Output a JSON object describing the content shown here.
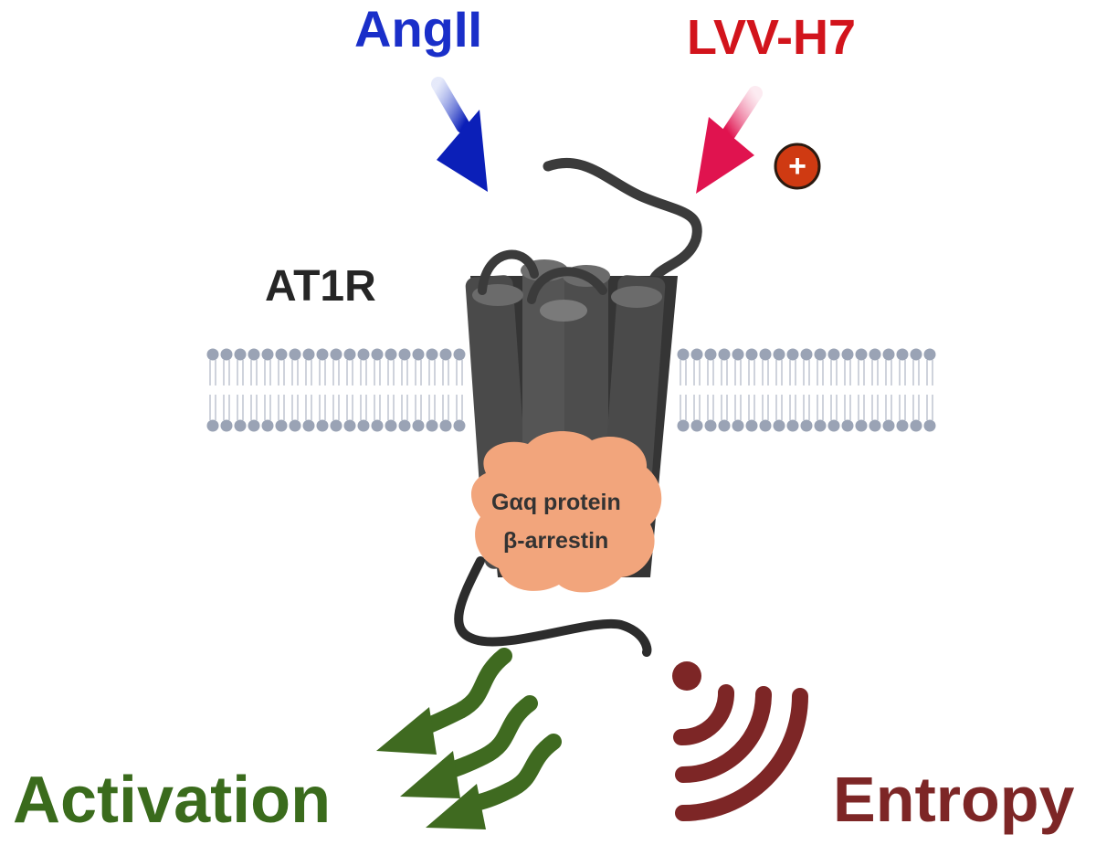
{
  "ligands": {
    "angii": {
      "label": "AngII",
      "color": "#1a2fc9"
    },
    "lvvh7": {
      "label": "LVV-H7",
      "color": "#d2141c"
    }
  },
  "receptor": {
    "label": "AT1R",
    "color": "#262626"
  },
  "modulator_symbol": "+",
  "complex": {
    "line1": "Gαq protein",
    "line2": "β-arrestin",
    "color": "#333333"
  },
  "outcomes": {
    "activation": {
      "label": "Activation",
      "color": "#3a6b1c"
    },
    "entropy": {
      "label": "Entropy",
      "color": "#7d2626"
    }
  }
}
